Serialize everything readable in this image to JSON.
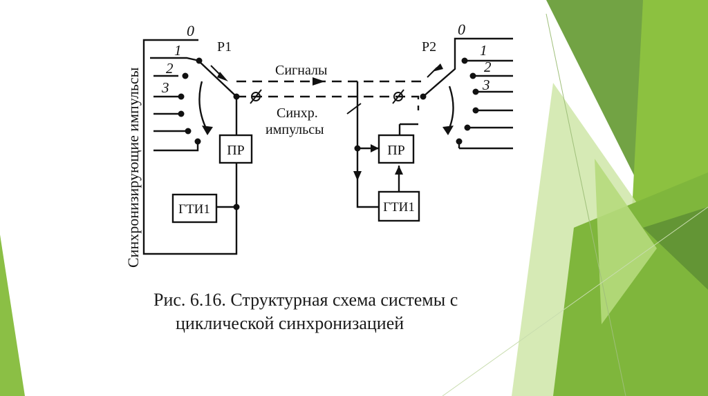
{
  "colors": {
    "green_dark": "#5e8f34",
    "green_mid": "#7db43c",
    "green_light": "#a9d46a",
    "green_pale": "#cfe6a8",
    "ink": "#111111"
  },
  "diagram": {
    "vertical_label": "Синхронизирующие импульсы",
    "left_switch": {
      "name": "Р1",
      "pos0": "0",
      "pos1": "1",
      "pos2": "2",
      "pos3": "3"
    },
    "right_switch": {
      "name": "Р2",
      "pos0": "0",
      "pos1": "1",
      "pos2": "2",
      "pos3": "3"
    },
    "signals_label": "Сигналы",
    "sync_label_line1": "Синхр.",
    "sync_label_line2": "импульсы",
    "left_pr": "ПР",
    "right_pr": "ПР",
    "left_gti": "ГТИ1",
    "right_gti": "ГТИ1"
  },
  "caption": {
    "line1": "Рис. 6.16. Структурная схема системы с",
    "line2": "циклической синхронизацией"
  }
}
